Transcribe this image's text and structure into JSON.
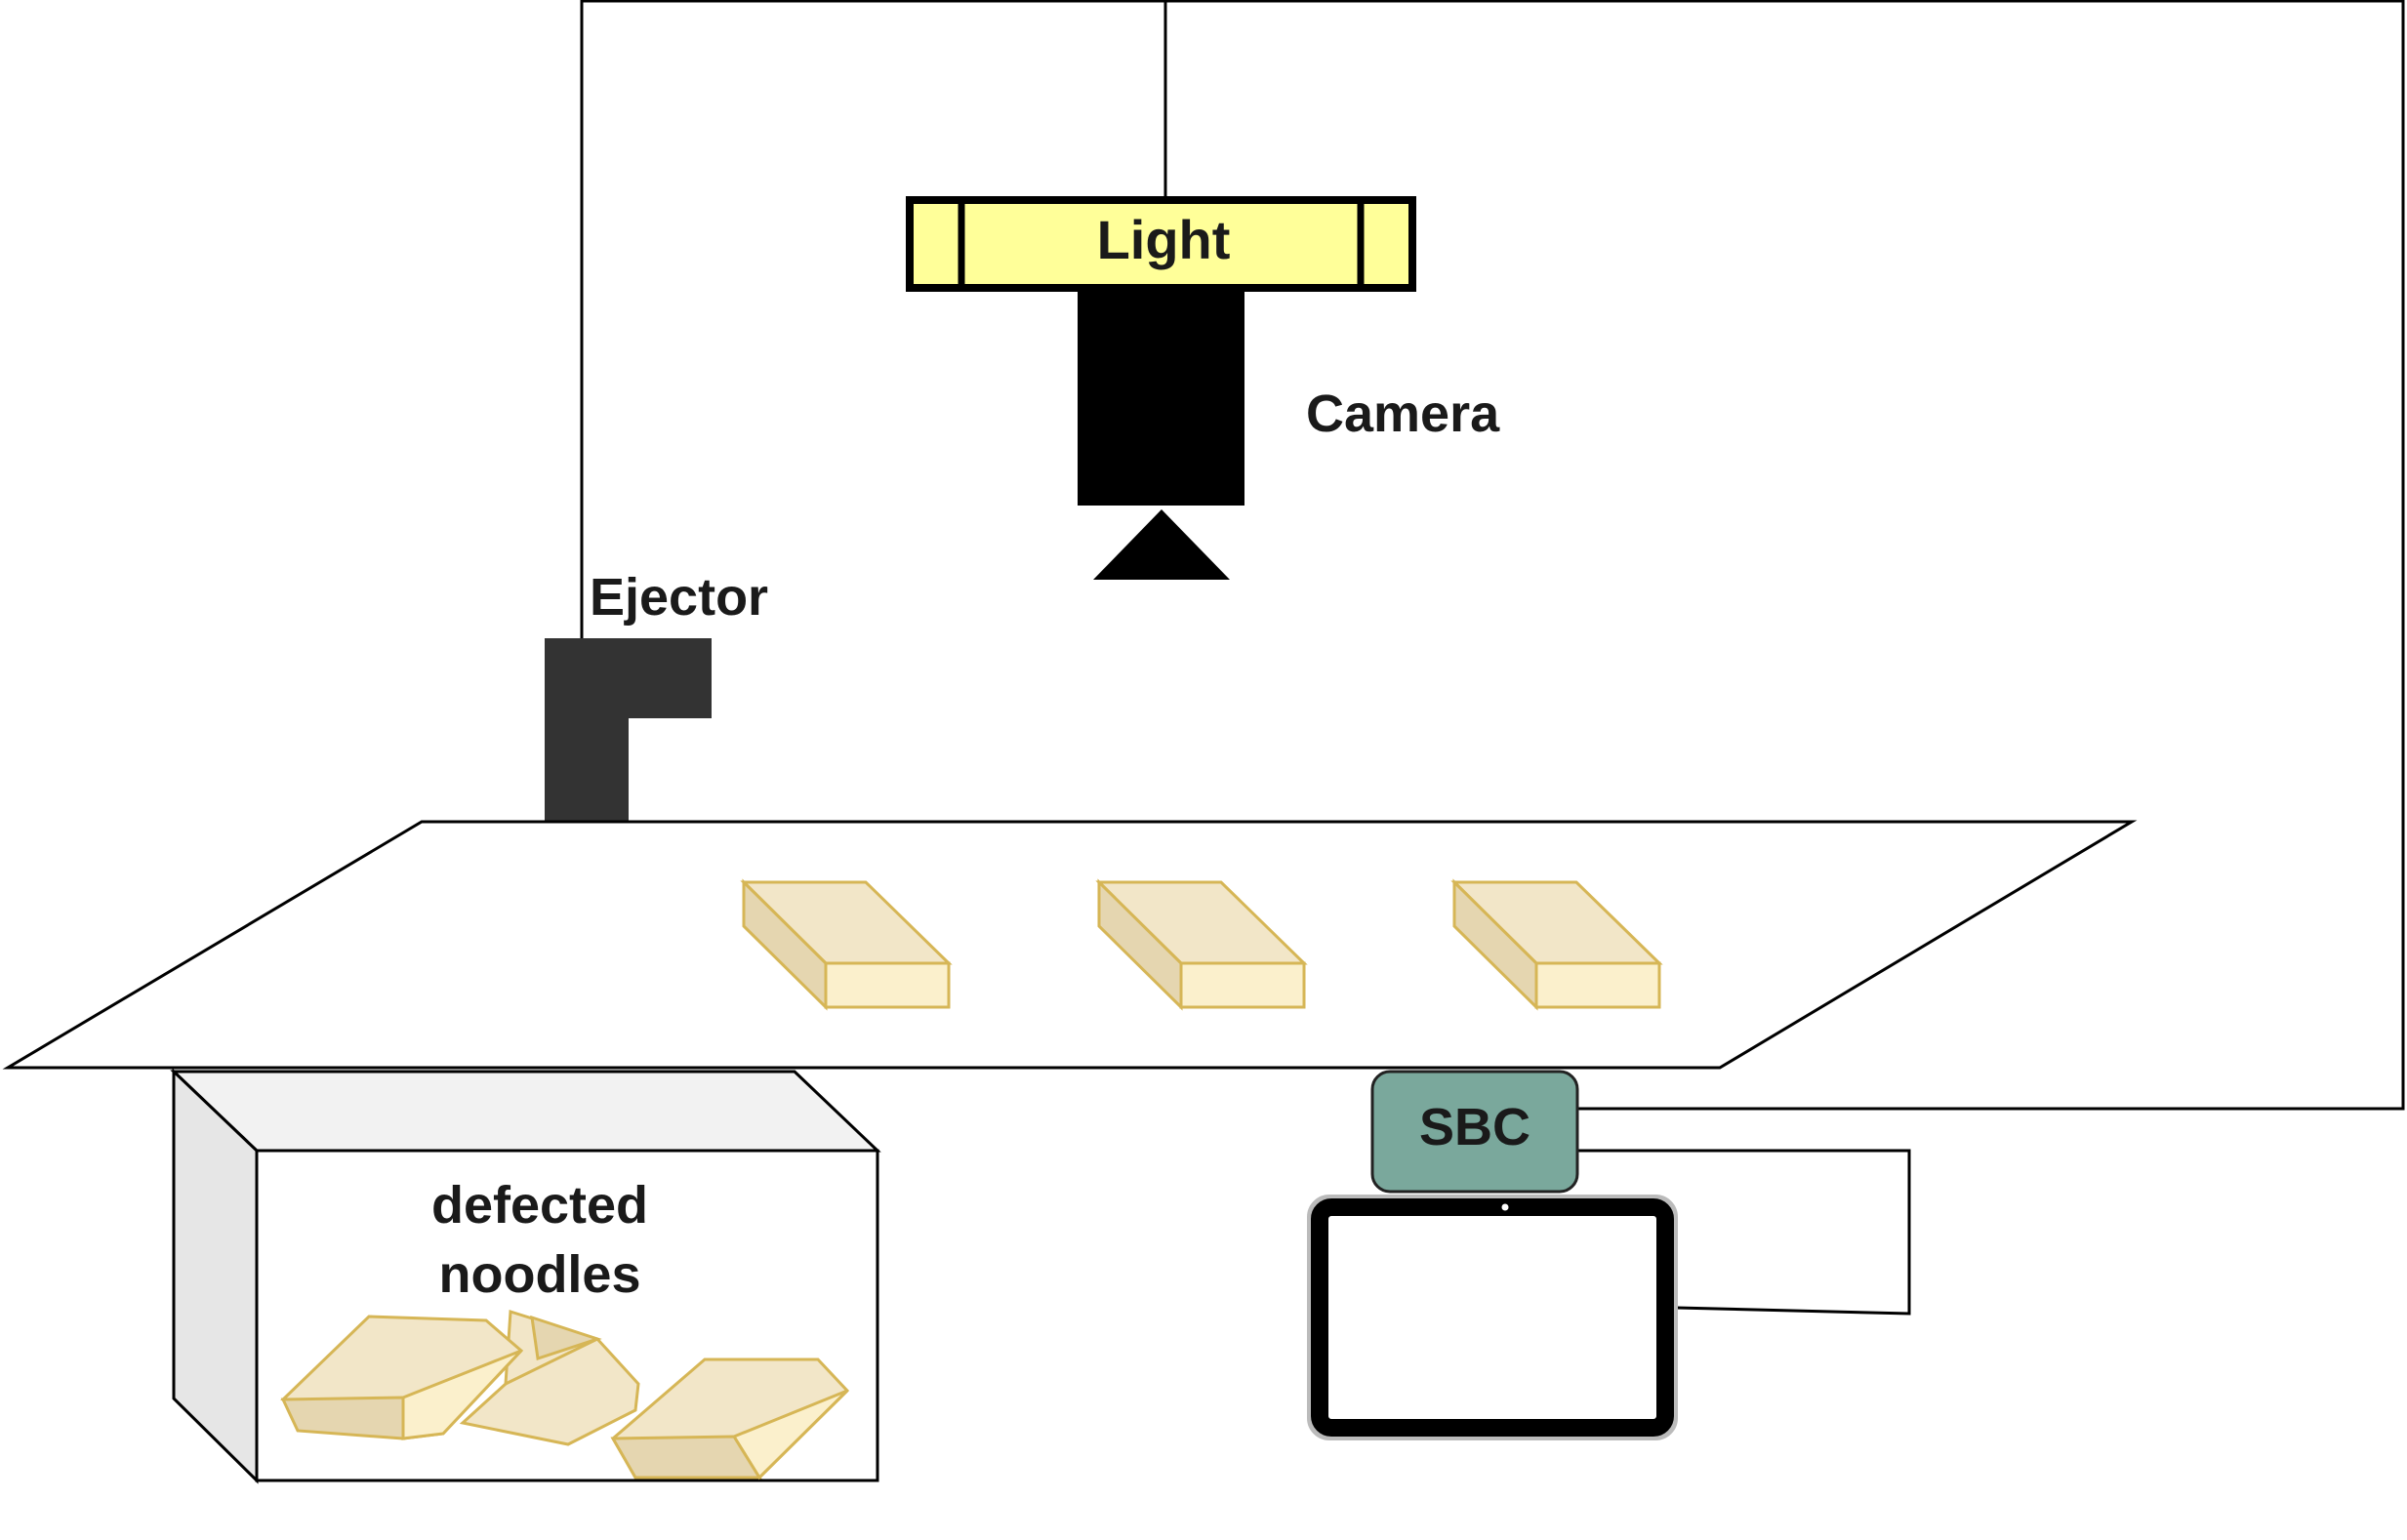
{
  "labels": {
    "light": "Light",
    "camera": "Camera",
    "ejector": "Ejector",
    "sbc": "SBC",
    "bin_line1": "defected",
    "bin_line2": "noodles"
  },
  "colors": {
    "light_fill": "#ffff99",
    "camera_fill": "#000000",
    "ejector_fill": "#333333",
    "sbc_fill": "#7aa89c",
    "noodle_top": "#f2e6c8",
    "noodle_front": "#fbf0cc",
    "noodle_side": "#e5d6b0",
    "noodle_stroke": "#d6b656",
    "bin_top": "#f2f2f2",
    "bin_side": "#e6e6e6",
    "background": "#ffffff"
  },
  "icons": {
    "sbc": "single-board-computer",
    "display": "tablet-monitor-icon",
    "camera_lens": "triangle-lens-icon"
  }
}
